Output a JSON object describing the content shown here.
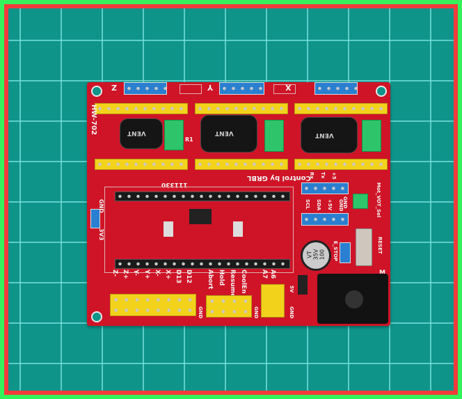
{
  "board": {
    "model": "HW-702",
    "title": "Control by GRBL",
    "code": "111330",
    "axis_labels": [
      "Z",
      "Y",
      "X"
    ],
    "power_header": [
      "3V3",
      "GND"
    ],
    "serial_header": [
      "Rx",
      "Tx",
      "+5",
      "GND"
    ],
    "i2c_header": [
      "SCL",
      "SDA",
      "+5V",
      "GND"
    ],
    "mot_sel": "Mot_VOT_Sel",
    "reset": "RESET",
    "estop": "E_STOP",
    "capacitor": [
      "100",
      "35V",
      "VT"
    ],
    "driver_caps": [
      "VENT",
      "VENT",
      "VENT"
    ],
    "pin_labels_left": [
      "Z-",
      "Z+",
      "Y-",
      "Y+",
      "X-",
      "X+",
      "D13",
      "D12"
    ],
    "pin_labels_mid": [
      "Abort",
      "Hold",
      "Resume",
      "CoolEn"
    ],
    "pin_labels_right": [
      "A7",
      "A6"
    ],
    "gnd": "GND",
    "five_v": "5V",
    "resistor": "R1",
    "m_label": "M"
  },
  "colors": {
    "board": "#cf1427",
    "mat": "#0f948a",
    "frame_outer": "#35f25a",
    "frame_inner": "#f23b3b"
  }
}
